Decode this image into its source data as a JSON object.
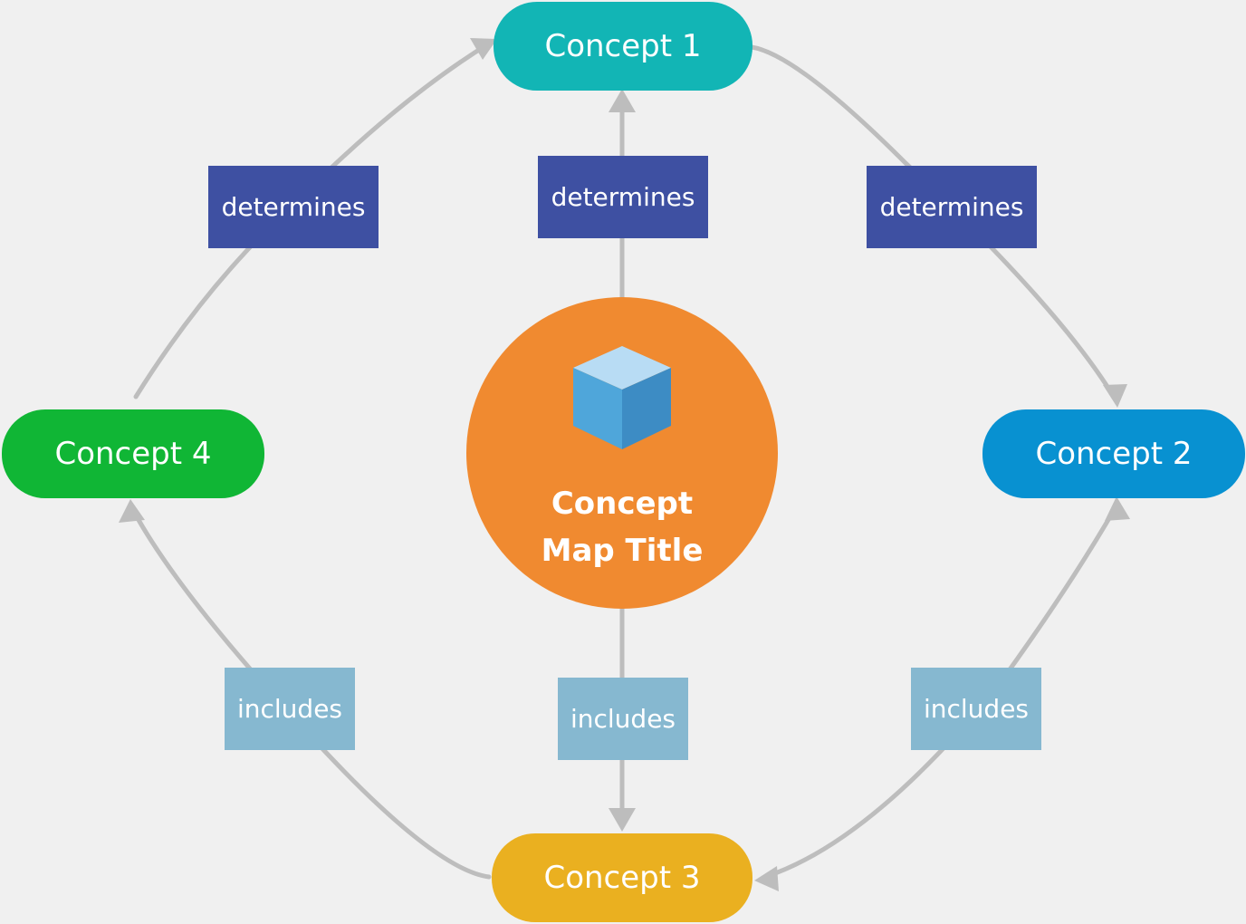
{
  "colors": {
    "background": "#f0f0f0",
    "connector": "#bdbdbd",
    "concept1": "#12b5b5",
    "concept2": "#0891d1",
    "concept3": "#eab020",
    "concept4": "#10b635",
    "center": "#f08a30",
    "determines": "#3e50a2",
    "includes": "#86b8d0",
    "cube_top": "#b8dcf4",
    "cube_left": "#4fa6da",
    "cube_right": "#3d8cc4"
  },
  "center": {
    "title": "Concept Map Title",
    "icon": "cube-icon"
  },
  "concepts": {
    "c1": "Concept 1",
    "c2": "Concept 2",
    "c3": "Concept 3",
    "c4": "Concept 4"
  },
  "relations": {
    "determines_left": "determines",
    "determines_center": "determines",
    "determines_right": "determines",
    "includes_left": "includes",
    "includes_center": "includes",
    "includes_right": "includes"
  }
}
